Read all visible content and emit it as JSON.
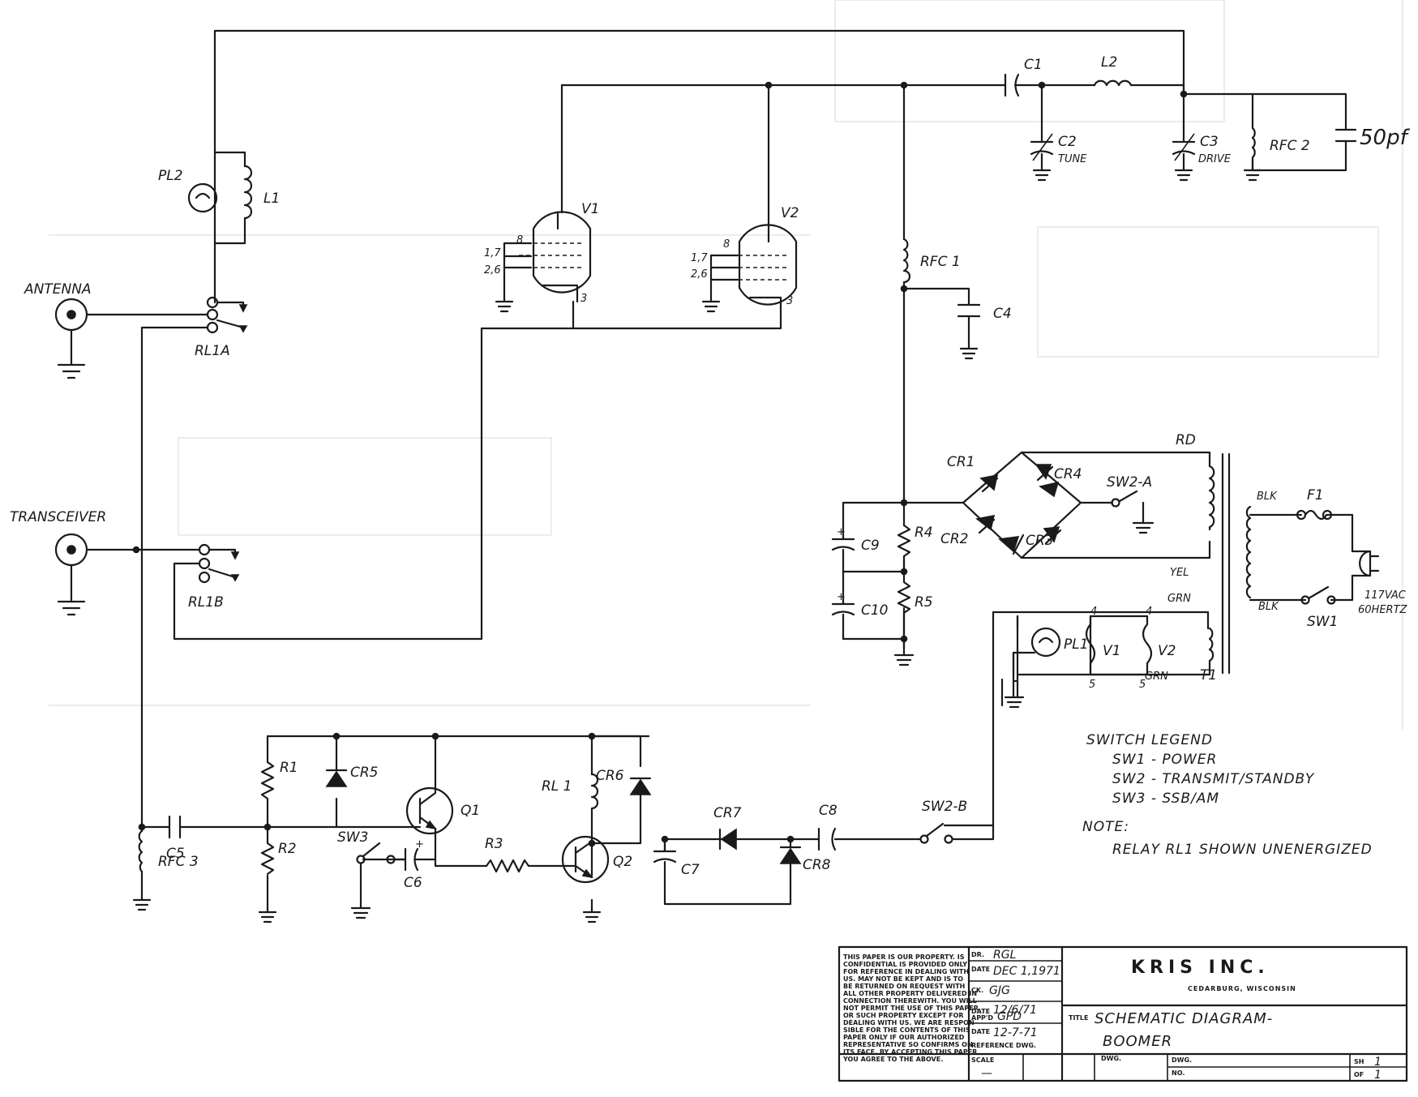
{
  "labels": {
    "pl2": "PL2",
    "l1": "L1",
    "antenna": "ANTENNA",
    "rl1a": "RL1A",
    "transceiver": "TRANSCEIVER",
    "rl1b": "RL1B",
    "v1": "V1",
    "v2": "V2",
    "pin_b": "8",
    "pin_17": "1,7",
    "pin_26": "2,6",
    "pin_3": "3",
    "c1": "C1",
    "l2": "L2",
    "c2": "C2",
    "tune": "TUNE",
    "c3": "C3",
    "drive": "DRIVE",
    "rfc2": "RFC 2",
    "cap_50pf": "50pf",
    "rfc1": "RFC 1",
    "c4": "C4",
    "cr1": "CR1",
    "cr2": "CR2",
    "cr3": "CR3",
    "cr4": "CR4",
    "sw2a": "SW2-A",
    "rd": "RD",
    "yel": "YEL",
    "grn": "GRN",
    "t1": "T1",
    "blk": "BLK",
    "f1": "F1",
    "sw1": "SW1",
    "vac": "117VAC",
    "hertz": "60HERTZ",
    "c9": "C9",
    "r4": "R4",
    "c10": "C10",
    "r5": "R5",
    "pl1": "PL1",
    "v1b": "V1",
    "v2b": "V2",
    "pin4": "4",
    "pin5": "5",
    "r1": "R1",
    "cr5": "CR5",
    "q1": "Q1",
    "rl1": "RL 1",
    "cr6": "CR6",
    "cr7": "CR7",
    "c8": "C8",
    "sw2b": "SW2-B",
    "c5": "C5",
    "r2": "R2",
    "sw3": "SW3",
    "c6": "C6",
    "r3": "R3",
    "q2": "Q2",
    "c7": "C7",
    "cr8": "CR8",
    "rfc3": "RFC 3",
    "plus": "+"
  },
  "legend": {
    "title": "SWITCH LEGEND",
    "items": [
      "SW1 - POWER",
      "SW2 - TRANSMIT/STANDBY",
      "SW3 - SSB/AM"
    ]
  },
  "note": {
    "title": "NOTE:",
    "text": "RELAY RL1 SHOWN UNENERGIZED"
  },
  "title_block": {
    "disclaimer": [
      "THIS PAPER IS OUR PROPERTY. IS",
      "CONFIDENTIAL IS PROVIDED ONLY",
      "FOR REFERENCE IN DEALING WITH",
      "US. MAY NOT BE KEPT AND IS TO",
      "BE RETURNED ON REQUEST WITH",
      "ALL OTHER PROPERTY DELIVERED IN",
      "CONNECTION THEREWITH. YOU WILL",
      "NOT PERMIT THE USE OF THIS PAPER",
      "OR SUCH PROPERTY EXCEPT FOR",
      "DEALING WITH US. WE ARE RESPON-",
      "SIBLE FOR THE CONTENTS OF THIS",
      "PAPER ONLY IF OUR AUTHORIZED",
      "REPRESENTATIVE SO CONFIRMS ON",
      "ITS FACE. BY ACCEPTING THIS PAPER",
      "YOU AGREE TO THE ABOVE."
    ],
    "dr_label": "DR.",
    "dr": "RGL",
    "date_label": "DATE",
    "date1": "DEC 1,1971",
    "ck_label": "CK.",
    "ck": "GJG",
    "date2": "12/6/71",
    "appd_label": "APP'D",
    "appd": "GPD",
    "date3": "12-7-71",
    "ref_label": "REFERENCE DWG.",
    "scale_label": "SCALE",
    "scale": "—",
    "company": "KRIS INC.",
    "city": "CEDARBURG, WISCONSIN",
    "title_label": "TITLE",
    "title1": "SCHEMATIC DIAGRAM-",
    "title2": "BOOMER",
    "dwg_label": "DWG.",
    "no_label": "NO.",
    "sh_label": "SH",
    "sh": "1",
    "of_label": "OF",
    "of": "1"
  }
}
